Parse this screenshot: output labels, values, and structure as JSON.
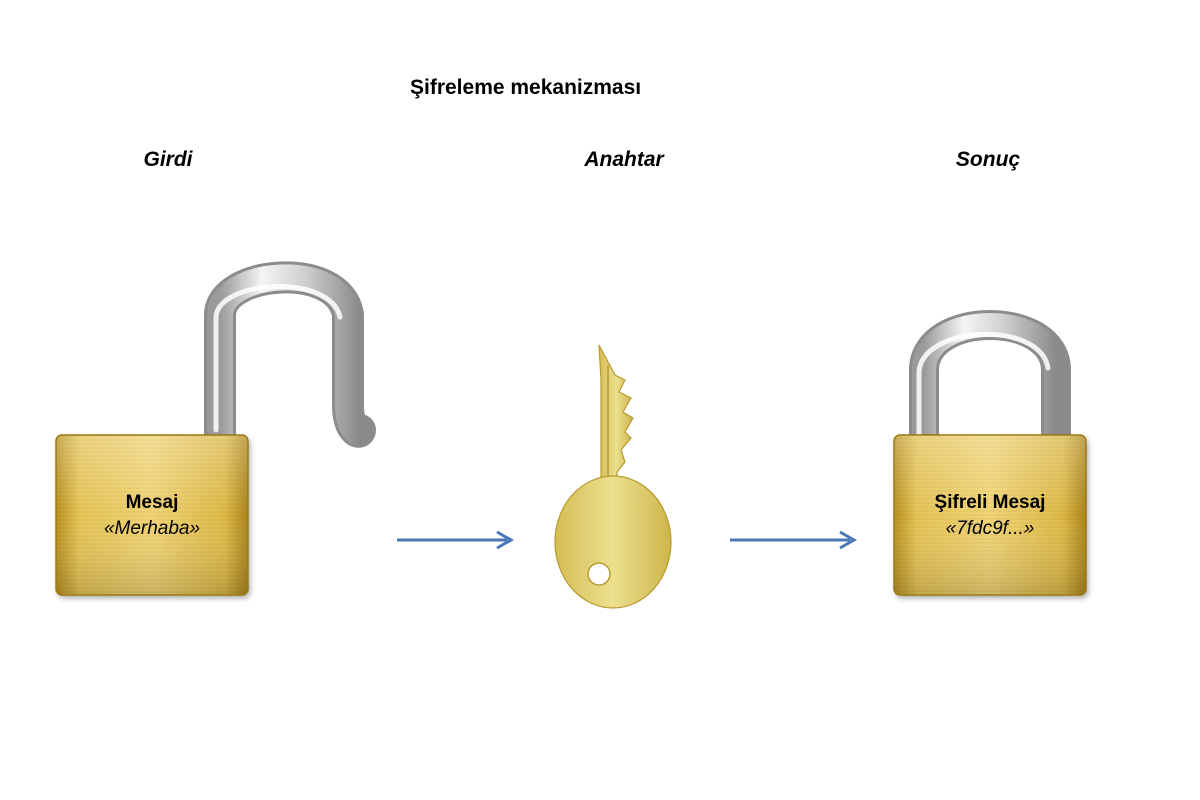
{
  "diagram": {
    "title": "Şifreleme mekanizması",
    "columns": {
      "input": "Girdi",
      "key": "Anahtar",
      "output": "Sonuç"
    },
    "input_lock": {
      "label": "Mesaj",
      "value": "«Merhaba»",
      "state": "open"
    },
    "output_lock": {
      "label": "Şifreli Mesaj",
      "value": "«7fdc9f...»",
      "state": "closed"
    },
    "arrow_color": "#4a78b8",
    "gold_color": "#d9b53a",
    "key_color": "#e6d57a"
  }
}
